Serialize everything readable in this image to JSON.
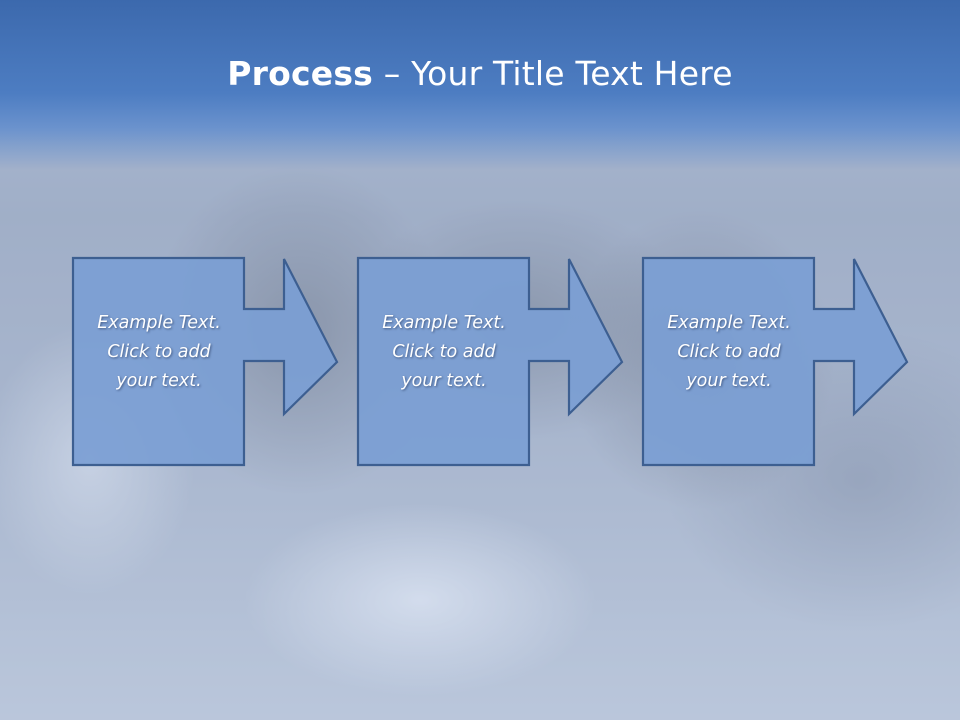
{
  "title": {
    "bold": "Process",
    "rest": " – Your Title Text Here"
  },
  "steps": [
    {
      "line1": "Example Text.",
      "line2": "Click  to add",
      "line3": "your text."
    },
    {
      "line1": "Example Text.",
      "line2": "Click  to add",
      "line3": "your text."
    },
    {
      "line1": "Example Text.",
      "line2": "Click  to add",
      "line3": "your text."
    }
  ],
  "colors": {
    "arrow_fill": "#7b9ed4",
    "arrow_stroke": "#3d5f91",
    "title_band": "#4d7dc2",
    "title_text": "#ffffff"
  }
}
